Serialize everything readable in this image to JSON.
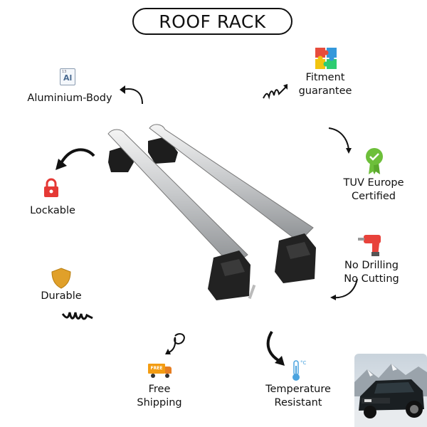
{
  "title": "ROOF RACK",
  "features": {
    "aluminium": {
      "label": "Aluminium-Body",
      "icon": "aluminium-element-icon",
      "icon_text": "Al",
      "icon_num": "13"
    },
    "fitment": {
      "line1": "Fitment",
      "line2": "guarantee",
      "icon": "puzzle-icon"
    },
    "lockable": {
      "label": "Lockable",
      "icon": "padlock-icon"
    },
    "tuv": {
      "line1": "TUV Europe",
      "line2": "Certified",
      "icon": "certified-badge-icon"
    },
    "drilling": {
      "line1": "No Drilling",
      "line2": "No Cutting",
      "icon": "drill-icon"
    },
    "durable": {
      "label": "Durable",
      "icon": "shield-icon"
    },
    "shipping": {
      "line1": "Free",
      "line2": "Shipping",
      "icon": "delivery-truck-icon",
      "icon_text": "FREE"
    },
    "temperature": {
      "line1": "Temperature",
      "line2": "Resistant",
      "icon": "thermometer-icon",
      "icon_text": "°C"
    }
  },
  "colors": {
    "lock_red": "#e53935",
    "badge_green": "#6dbf3a",
    "shield_gold": "#e0a02a",
    "drill_red": "#e8423b",
    "truck_orange": "#f39c12",
    "thermo_blue": "#4aa3df"
  }
}
